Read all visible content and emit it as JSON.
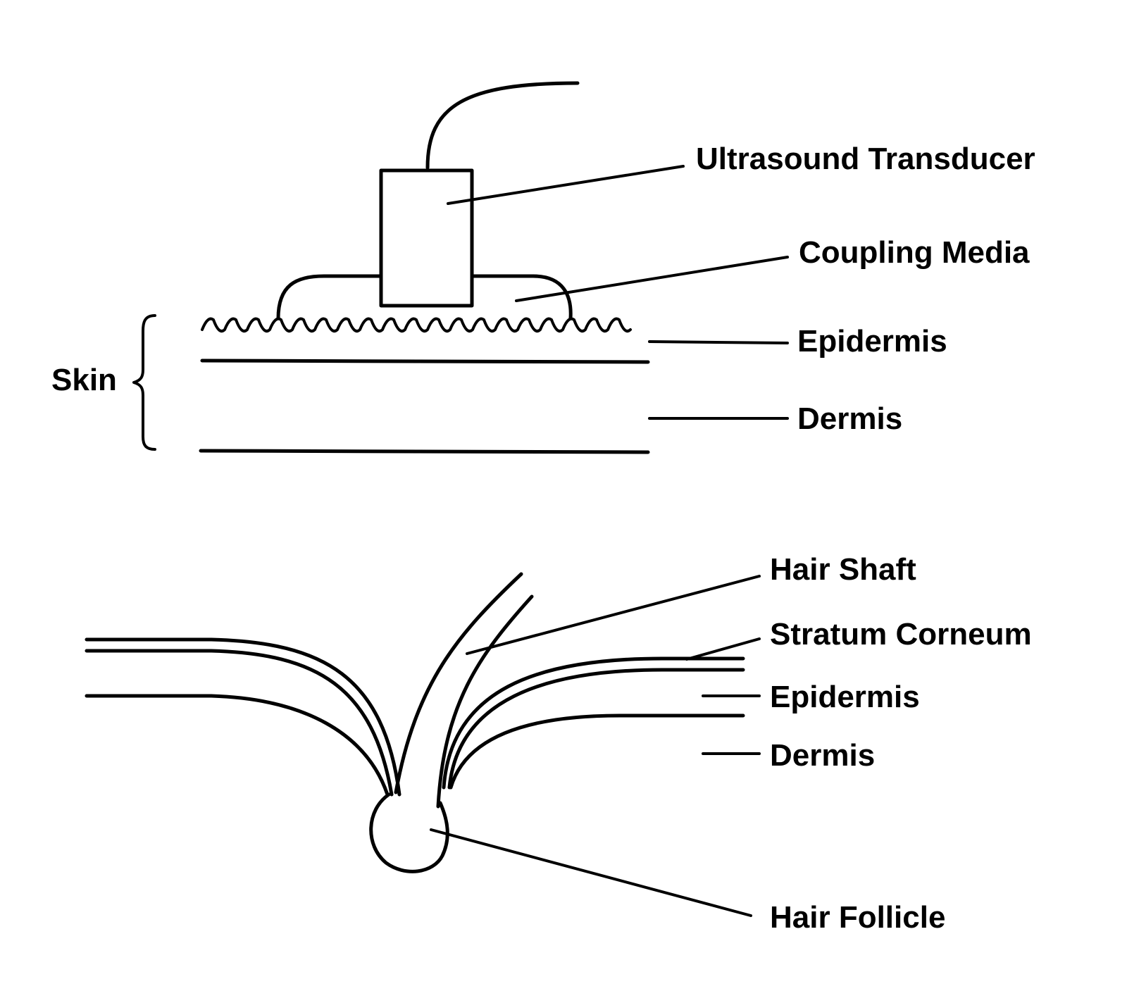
{
  "top_figure": {
    "labels": {
      "ultrasound_transducer": "Ultrasound Transducer",
      "coupling_media": "Coupling Media",
      "epidermis": "Epidermis",
      "dermis": "Dermis",
      "skin": "Skin"
    }
  },
  "bottom_figure": {
    "labels": {
      "hair_shaft": "Hair Shaft",
      "stratum_corneum": "Stratum Corneum",
      "epidermis": "Epidermis",
      "dermis": "Dermis",
      "hair_follicle": "Hair Follicle"
    }
  }
}
